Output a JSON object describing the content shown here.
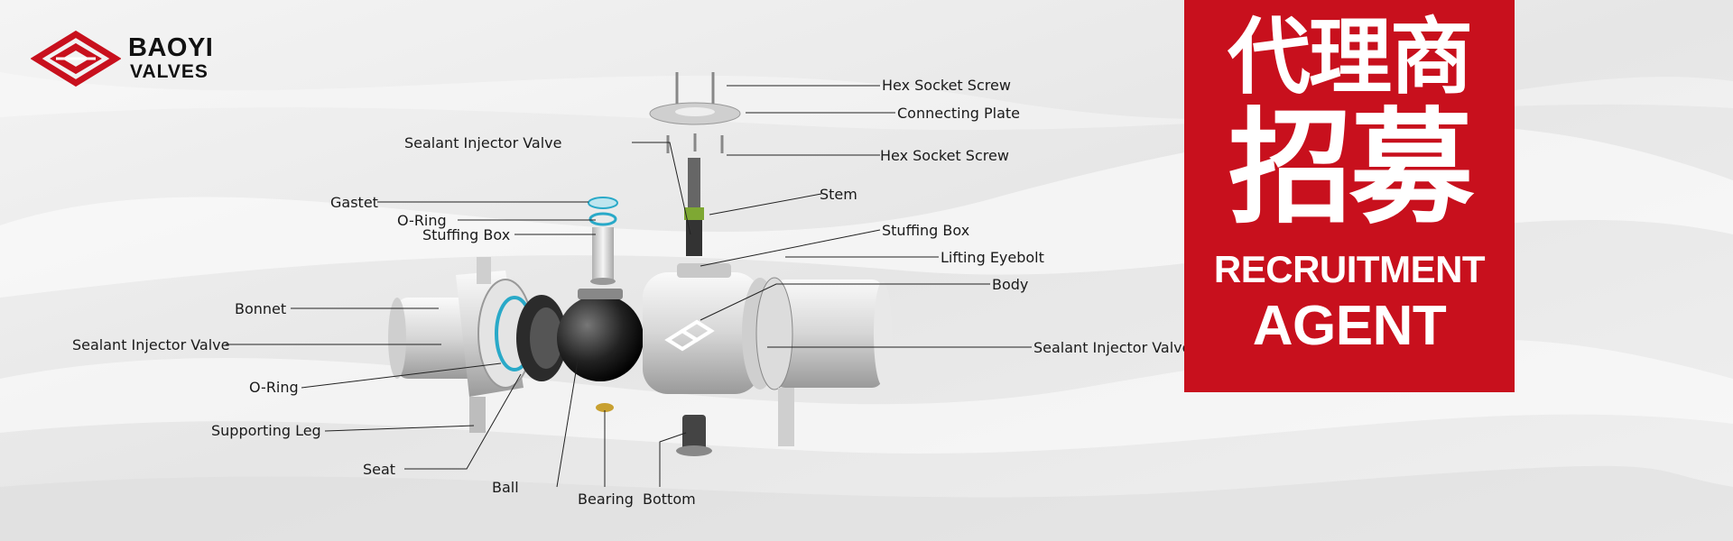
{
  "brand": {
    "name": "BAOYI",
    "subtitle": "VALVES",
    "accent_color": "#c8101d"
  },
  "banner": {
    "title_cn_line1": "代理商",
    "title_cn_line2": "招募",
    "title_en_line1": "RECRUITMENT",
    "title_en_line2": "AGENT",
    "background_color": "#c8101d"
  },
  "parts": {
    "hex_socket_screw_top": "Hex Socket Screw",
    "connecting_plate": "Connecting Plate",
    "hex_socket_screw_mid": "Hex Socket Screw",
    "sealant_injector_valve_top": "Sealant Injector Valve",
    "stem": "Stem",
    "gastet": "Gastet",
    "o_ring_top": "O-Ring",
    "stuffing_box_left": "Stuffing Box",
    "stuffing_box_right": "Stuffing Box",
    "lifting_eyebolt": "Lifting Eyebolt",
    "body": "Body",
    "bonnet": "Bonnet",
    "sealant_injector_valve_left": "Sealant Injector Valve",
    "sealant_injector_valve_right": "Sealant Injector Valve",
    "o_ring_left": "O-Ring",
    "supporting_leg": "Supporting Leg",
    "seat": "Seat",
    "ball": "Ball",
    "bearing": "Bearing",
    "bottom": "Bottom"
  }
}
